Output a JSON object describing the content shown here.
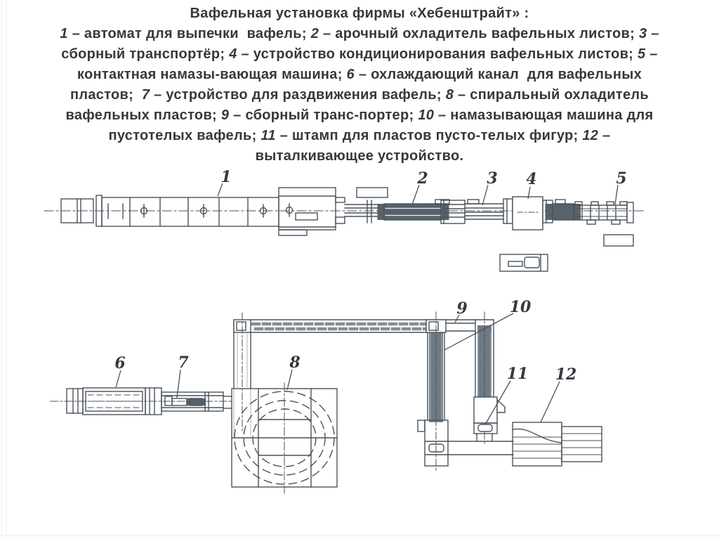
{
  "header": {
    "title": "Вафельная установка фирмы «Хебенштрайт» :",
    "lines": [
      "1 – автомат для выпечки  вафель; 2 – арочный охладитель вафельных листов; 3 –",
      "сборный транспортёр; 4 – устройство кондиционирования вафельных листов; 5 –",
      "контактная намазы-вающая машина; 6 – охлаждающий канал  для вафельных",
      "пластов;  7 – устройство для раздвижения вафель; 8 – спиральный охладитель",
      "вафельных пластов; 9 – сборный транс-портер; 10 – намазывающая машина для",
      "пустотелых вафель; 11 – штамп для пластов пусто-телых фигур; 12 –",
      "выталкивающее устройство."
    ]
  },
  "diagram": {
    "labels": [
      "1",
      "2",
      "3",
      "4",
      "5",
      "6",
      "7",
      "8",
      "9",
      "10",
      "11",
      "12"
    ]
  },
  "colors": {
    "ink": "#49525a",
    "stripe_dark": "#59626a",
    "stripe_mid": "#6e7983",
    "stripe_light": "#828e97",
    "detail_light": "#aab4bc",
    "text": "#383838",
    "label": "#333a40",
    "background": "#ffffff"
  }
}
